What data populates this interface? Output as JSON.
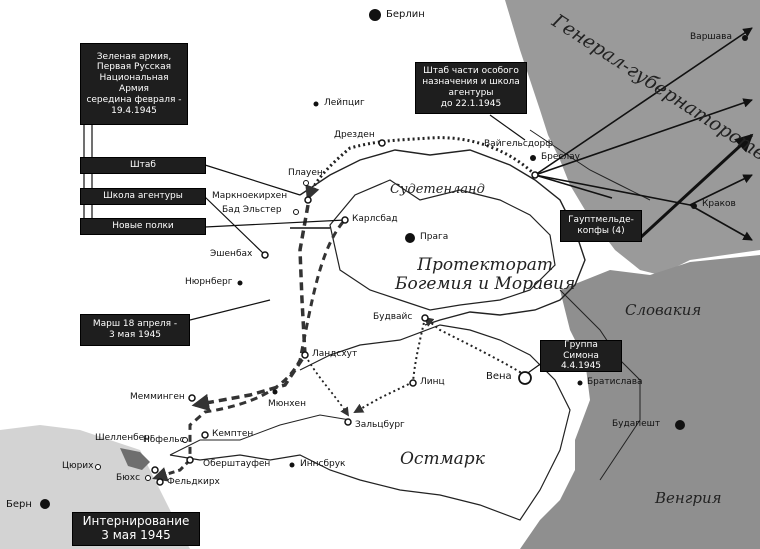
{
  "map": {
    "cities": {
      "berlin": "Берлин",
      "warsaw": "Варшава",
      "leipzig": "Лейпциг",
      "dresden": "Дрезден",
      "breslau": "Бреслау",
      "vaigelsdorf": "Вайгельсдорф",
      "plauen": "Плауен",
      "markneukirchen": "Маркноекирхен",
      "bad_elster": "Бад Эльстер",
      "karlsbad": "Карлсбад",
      "prague": "Прага",
      "eschenbach": "Эшенбах",
      "nuremberg": "Нюрнберг",
      "krakow": "Краков",
      "budweis": "Будвайс",
      "landshut": "Ландсхут",
      "linz": "Линц",
      "vienna": "Вена",
      "bratislava": "Братислава",
      "memmingen": "Мемминген",
      "munich": "Мюнхен",
      "salzburg": "Зальцбург",
      "kempten": "Кемптен",
      "schellenberg": "Шелленберг",
      "nofels": "Нофельс",
      "oberstaufen": "Оберштауфен",
      "innsbruck": "Иннсбрук",
      "zurich": "Цюрих",
      "buchs": "Бюхс",
      "feldkirch": "Фельдкирх",
      "bern": "Берн",
      "budapest": "Будапешт"
    },
    "regions": {
      "sudetenland": "Судетенланд",
      "protectorate": "Протекторат\nБогемия и Моравия",
      "ostmark": "Остмарк",
      "slovakia": "Словакия",
      "hungary": "Венгрия",
      "general_government": "Генерал-губернаторство"
    },
    "boxes": {
      "green_army": "Зеленая армия,\nПервая Русская\nНациональная Армия\nсередина февраля -\n19.4.1945",
      "hq": "Штаб",
      "school": "Школа агентуры",
      "new_regiments": "Новые полки",
      "march": "Марш 18 апреля -\n3 мая 1945",
      "special_hq": "Штаб части особого\nназначения и школа\nагентуры\nдо 22.1.1945",
      "gauptmelde": "Гауптмельде-\nкопфы (4)",
      "simon_group": "Группа Симона\n4.4.1945",
      "internment": "Интернирование\n3 мая 1945"
    },
    "colors": {
      "dark_region": "#9a9a9a",
      "light_region": "#d3d3d3",
      "background": "#ffffff",
      "box": "#1e1e1e"
    }
  }
}
